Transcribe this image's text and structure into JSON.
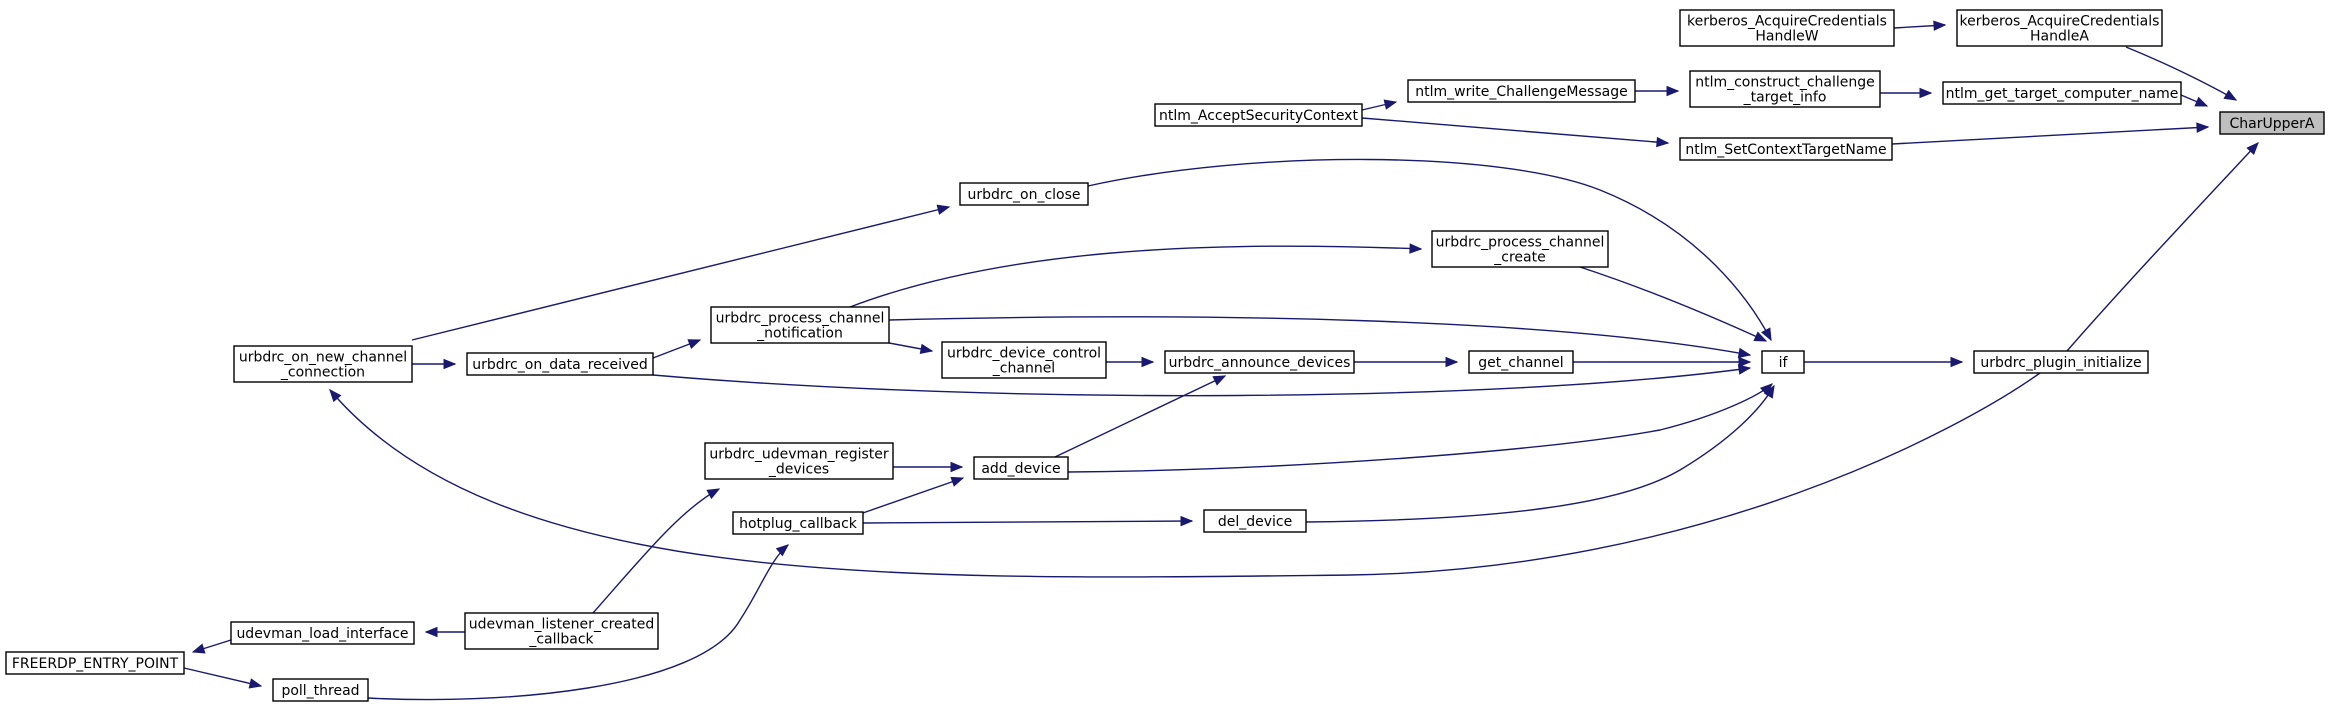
{
  "colors": {
    "edge": "#191970",
    "root_fill": "#bfbfbf",
    "node_border": "#000000",
    "background": "#ffffff"
  },
  "nodes": {
    "charupper": [
      "CharUpperA"
    ],
    "kerb_a": [
      "kerberos_AcquireCredentials",
      "HandleA"
    ],
    "kerb_w": [
      "kerberos_AcquireCredentials",
      "HandleW"
    ],
    "ntlm_target": [
      "ntlm_get_target_computer_name"
    ],
    "ntlm_construct": [
      "ntlm_construct_challenge",
      "_target_info"
    ],
    "ntlm_write": [
      "ntlm_write_ChallengeMessage"
    ],
    "ntlm_accept": [
      "ntlm_AcceptSecurityContext"
    ],
    "ntlm_setctx": [
      "ntlm_SetContextTargetName"
    ],
    "urb_close": [
      "urbdrc_on_close"
    ],
    "urb_create": [
      "urbdrc_process_channel",
      "_create"
    ],
    "urb_notif": [
      "urbdrc_process_channel",
      "_notification"
    ],
    "urb_newconn": [
      "urbdrc_on_new_channel",
      "_connection"
    ],
    "urb_data": [
      "urbdrc_on_data_received"
    ],
    "urb_devctl": [
      "urbdrc_device_control",
      "_channel"
    ],
    "urb_announce": [
      "urbdrc_announce_devices"
    ],
    "get_channel": [
      "get_channel"
    ],
    "if": [
      "if"
    ],
    "plugin_init": [
      "urbdrc_plugin_initialize"
    ],
    "udev_register": [
      "urbdrc_udevman_register",
      "_devices"
    ],
    "add_device": [
      "add_device"
    ],
    "hotplug": [
      "hotplug_callback"
    ],
    "del_device": [
      "del_device"
    ],
    "udev_listener": [
      "udevman_listener_created",
      "_callback"
    ],
    "udev_load": [
      "udevman_load_interface"
    ],
    "freerdp": [
      "FREERDP_ENTRY_POINT"
    ],
    "poll_thread": [
      "poll_thread"
    ]
  }
}
